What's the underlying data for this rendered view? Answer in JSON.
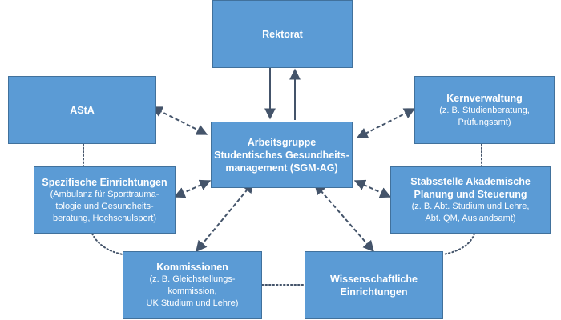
{
  "nodes": {
    "rektorat": {
      "title": "Rektorat"
    },
    "asta": {
      "title": "AStA"
    },
    "kernverwaltung": {
      "title": "Kernverwaltung",
      "sub": [
        "(z. B. Studienberatung,",
        "Prüfungsamt)"
      ]
    },
    "center": {
      "title": [
        "Arbeitsgruppe",
        "Studentisches Gesundheits-",
        "management (SGM-AG)"
      ]
    },
    "spezifische": {
      "title": "Spezifische Einrichtungen",
      "sub": [
        "(Ambulanz für Sporttrauma-",
        "tologie und Gesundheits-",
        "beratung, Hochschulsport)"
      ]
    },
    "stabsstelle": {
      "title": [
        "Stabsstelle Akademische",
        "Planung und Steuerung"
      ],
      "sub": [
        "(z. B. Abt. Studium und Lehre,",
        "Abt. QM, Auslandsamt)"
      ]
    },
    "kommissionen": {
      "title": "Kommissionen",
      "sub": [
        "(z. B. Gleichstellungs-",
        "kommission,",
        "UK Studium und Lehre)"
      ]
    },
    "wissenschaftliche": {
      "title": [
        "Wissenschaftliche",
        "Einrichtungen"
      ]
    }
  },
  "colors": {
    "box_fill": "#5b9bd5",
    "box_border": "#41719c",
    "arrow": "#44546a",
    "dotted": "#44546a"
  }
}
